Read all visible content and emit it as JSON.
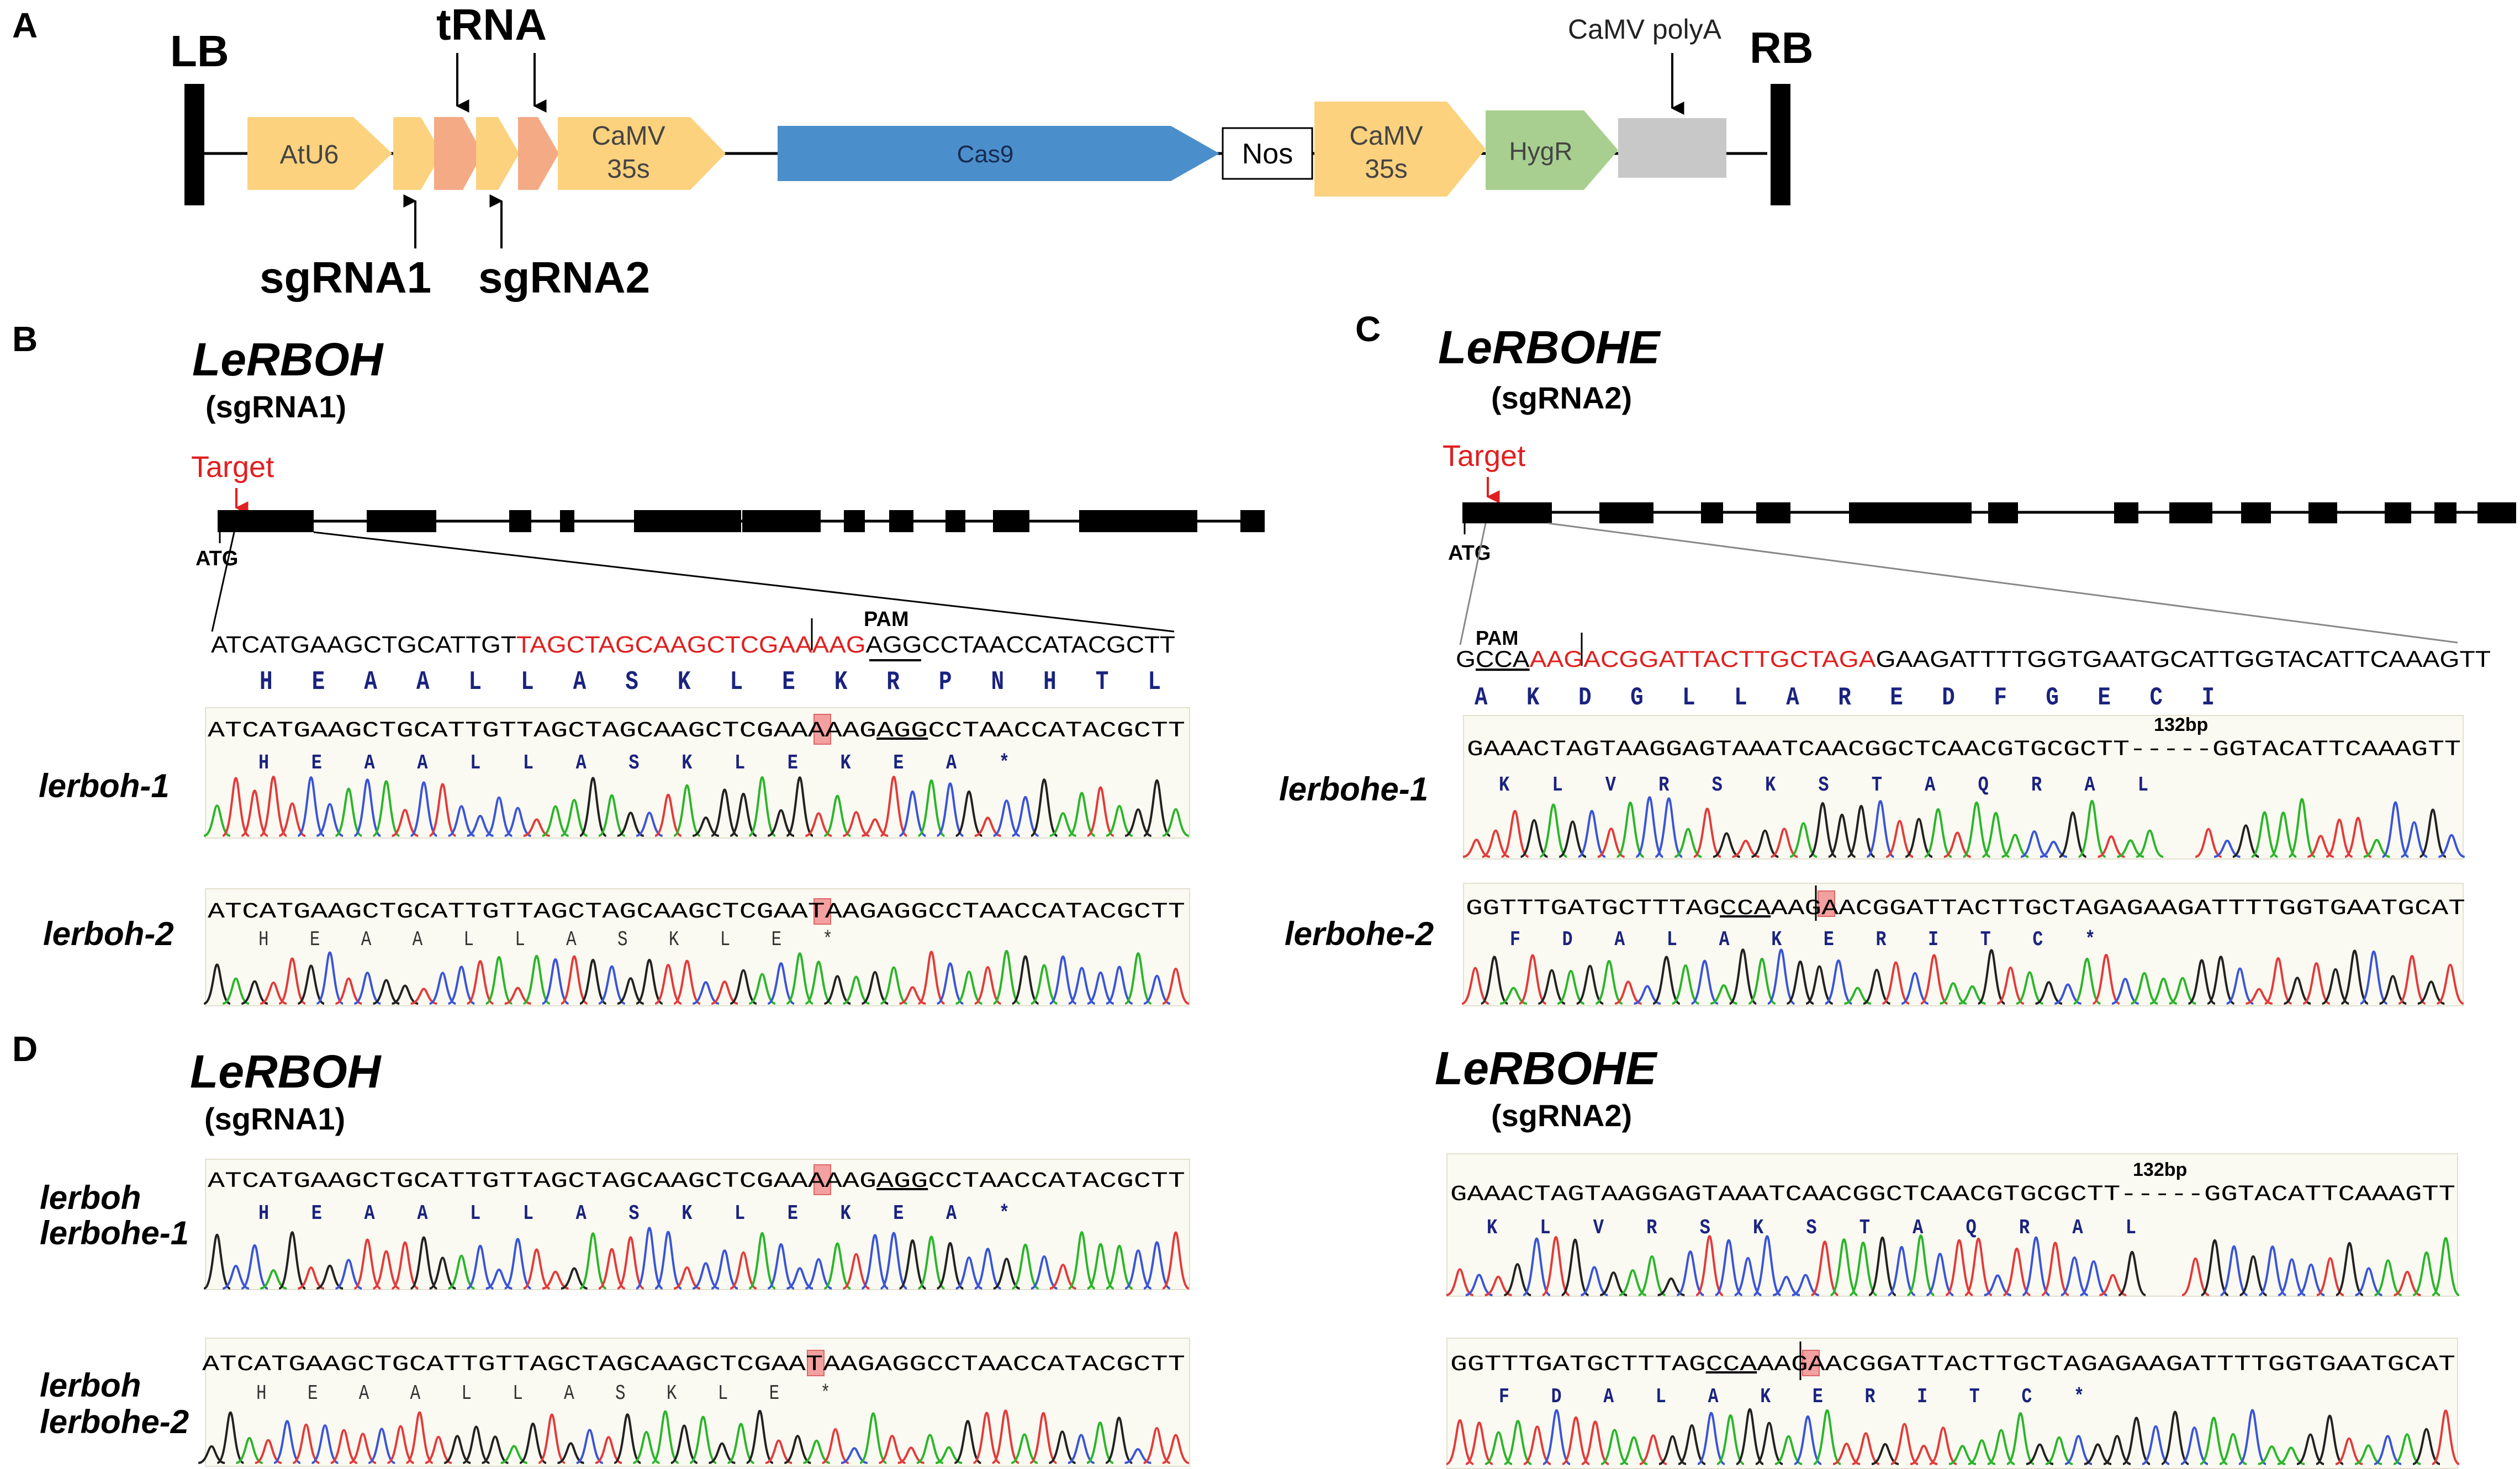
{
  "panels": {
    "a": "A",
    "b": "B",
    "c": "C",
    "d": "D"
  },
  "construct": {
    "lb": "LB",
    "rb": "RB",
    "trna": "tRNA",
    "sgrna1": "sgRNA1",
    "sgrna2": "sgRNA2",
    "atu6": "AtU6",
    "camv_a": "CaMV",
    "camv_b": "35s",
    "cas9": "Cas9",
    "nos": "Nos",
    "camv2_a": "CaMV",
    "camv2_b": "35s",
    "hygr": "HygR",
    "polya": "CaMV polyA",
    "colors": {
      "promoter": "#FCD27E",
      "trna": "#F3AA85",
      "cas9": "#4A8FCB",
      "hygr": "#A8CF8F",
      "polya": "#C8C8C8"
    }
  },
  "panel_b": {
    "gene": "LeRBOH",
    "guide": "(sgRNA1)",
    "target": "Target",
    "atg": "ATG",
    "pam": "PAM",
    "wt_left": "ATCATGAAGCTGCATTGT",
    "wt_red": "TAGCTAGCAAGCTCGAAAAG",
    "wt_right": "AGGCCTAACCATACGCTT",
    "wt_aa": "H   E   A   A   L   L   A   S   K   L   E   K   R   P   N   H   T   L",
    "m1_name": "lerboh-1",
    "m1_pre": "ATCATGAAGCTGCATTGTTAGCTAGCAAGCTCGAA",
    "m1_ins": "A",
    "m1_mid": "AAG",
    "m1_pam": "AGG",
    "m1_post": "CCTAACCATACGCTT",
    "m1_aa": "H    E    A    A    L    L    A    S    K    L    E    K    E    A    *",
    "m2_name": "lerboh-2",
    "m2_pre": "ATCATGAAGCTGCATTGTTAGCTAGCAAGCTCGAA",
    "m2_ins": "T",
    "m2_post": "AAGAGGCCTAACCATACGCTT",
    "m2_aa": "H    E    A    A    L    L    A    S    K    L    E    *"
  },
  "panel_c": {
    "gene": "LeRBOHE",
    "guide": "(sgRNA2)",
    "target": "Target",
    "atg": "ATG",
    "pam": "PAM",
    "wt_g": "G",
    "wt_cca": "CCA",
    "wt_red": "AAGACGGATTACTTGCTAGA",
    "wt_right": "GAAGATTTTGGTGAATGCATTGGTACATTCAAAGTT",
    "wt_aa": "A   K   D   G   L   L   A   R   E   D   F   G   E   C   I",
    "m1_name": "lerbohe-1",
    "m1_seq": "GAAACTAGTAAGGAGTAAATCAACGGCTCAACGTGCGCTT",
    "m1_dash": "-----",
    "m1_seq2": "GGTACATTCAAAGTT",
    "gap": "132bp",
    "m1_aa": "K    L    V    R    S    K    S    T    A    Q    R    A    L",
    "m2_name": "lerbohe-2",
    "m2_pre": "GGTTTGATGCTTTAG",
    "m2_cca": "CCA",
    "m2_aag": "AAG",
    "m2_ins": "A",
    "m2_post": "ACGGATTACTTGCTAGAGAAGATTTTGGTGAATGCAT",
    "m2_aa": "F    D    A    L    A    K    E    R    I    T    C    *"
  },
  "panel_d": {
    "gene_l": "LeRBOH",
    "guide_l": "(sgRNA1)",
    "gene_r": "LeRBOHE",
    "guide_r": "(sgRNA2)",
    "d1_a": "lerboh",
    "d1_b": "lerbohe-1",
    "d2_a": "lerboh",
    "d2_b": "lerbohe-2"
  }
}
